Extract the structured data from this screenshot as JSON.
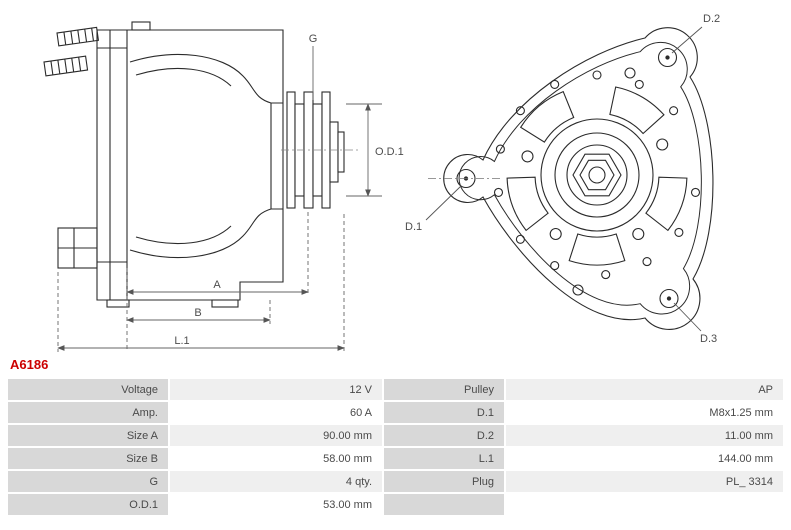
{
  "part_number": "A6186",
  "colors": {
    "accent": "#cc0000",
    "table_label_bg": "#d8d8d8",
    "table_stripe_bg": "#efefef",
    "line": "#2b2b2b"
  },
  "diagram": {
    "side_view_labels": {
      "g": "G",
      "od1": "O.D.1",
      "a": "A",
      "b": "B",
      "l1": "L.1"
    },
    "front_view_labels": {
      "d1": "D.1",
      "d2": "D.2",
      "d3": "D.3"
    }
  },
  "specs": {
    "rows": [
      {
        "label1": "Voltage",
        "value1": "12 V",
        "label2": "Pulley",
        "value2": "AP"
      },
      {
        "label1": "Amp.",
        "value1": "60 A",
        "label2": "D.1",
        "value2": "M8x1.25 mm"
      },
      {
        "label1": "Size A",
        "value1": "90.00 mm",
        "label2": "D.2",
        "value2": "11.00 mm"
      },
      {
        "label1": "Size B",
        "value1": "58.00 mm",
        "label2": "L.1",
        "value2": "144.00 mm"
      },
      {
        "label1": "G",
        "value1": "4 qty.",
        "label2": "Plug",
        "value2": "PL_ 3314"
      },
      {
        "label1": "O.D.1",
        "value1": "53.00 mm",
        "label2": "",
        "value2": ""
      }
    ]
  }
}
